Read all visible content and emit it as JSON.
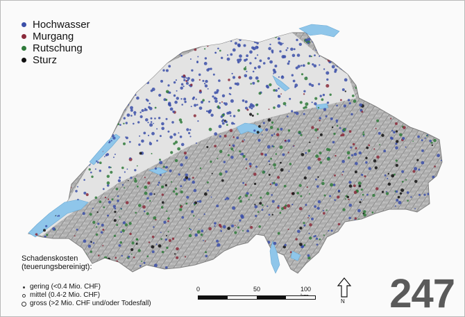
{
  "legend": {
    "items": [
      {
        "label": "Hochwasser",
        "color": "#3b4fa8"
      },
      {
        "label": "Murgang",
        "color": "#8a2a3a"
      },
      {
        "label": "Rutschung",
        "color": "#2f7a3a"
      },
      {
        "label": "Sturz",
        "color": "#111111"
      }
    ]
  },
  "cost_legend": {
    "title_line1": "Schadenskosten",
    "title_line2": "(teuerungsbereinigt):",
    "items": [
      {
        "label": "gering (<0.4 Mio. CHF)",
        "size": "small"
      },
      {
        "label": "mittel (0.4-2 Mio. CHF)",
        "size": "medium"
      },
      {
        "label": "gross (>2 Mio. CHF und/oder Todesfall)",
        "size": "large"
      }
    ]
  },
  "scale_bar": {
    "ticks": [
      "0",
      "50",
      "100 km"
    ]
  },
  "north_arrow": {
    "label": "N",
    "icon": "north-arrow-icon"
  },
  "page_number": "247",
  "colors": {
    "lake": "#8fc6ea",
    "terrain": "#b9b9b9",
    "background": "#fafafa"
  }
}
